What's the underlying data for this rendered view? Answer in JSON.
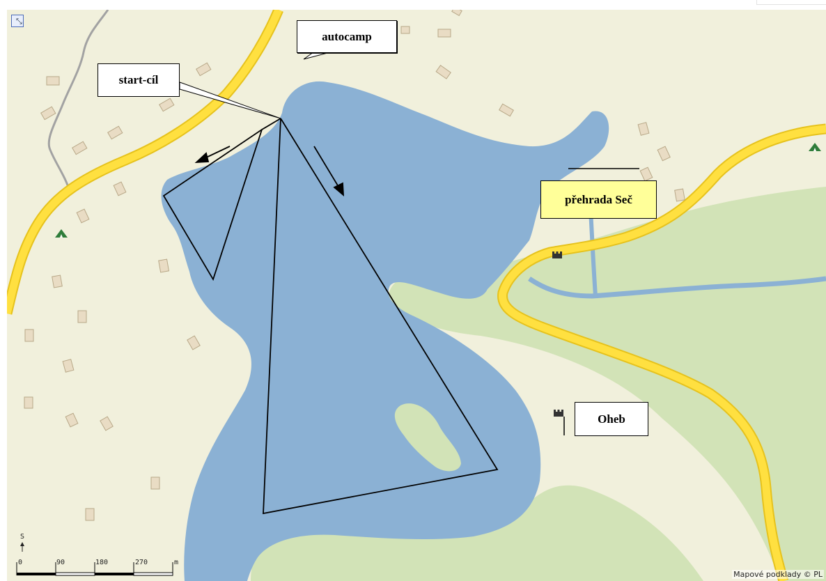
{
  "map": {
    "expand_glyph": "⤡",
    "expand_icon": "expand-icon",
    "attribution": "Mapové podklady © PL",
    "colors": {
      "land": "#f1f0dc",
      "forest": "#d2e3b7",
      "water": "#8bb1d4",
      "road": "#ffe040",
      "road_casing": "#e6c21c",
      "path": "#a2a2a2",
      "building_fill": "#e9dcc4",
      "building_stroke": "#b8a888",
      "route": "#000000",
      "label_yellow": "#ffff99"
    },
    "scale_bar": {
      "north_label": "S",
      "ticks": [
        "0",
        "90",
        "180",
        "270",
        "m"
      ]
    }
  },
  "labels": {
    "autocamp": "autocamp",
    "start_finish": "start-cíl",
    "dam": "přehrada Seč",
    "oheb": "Oheb"
  }
}
